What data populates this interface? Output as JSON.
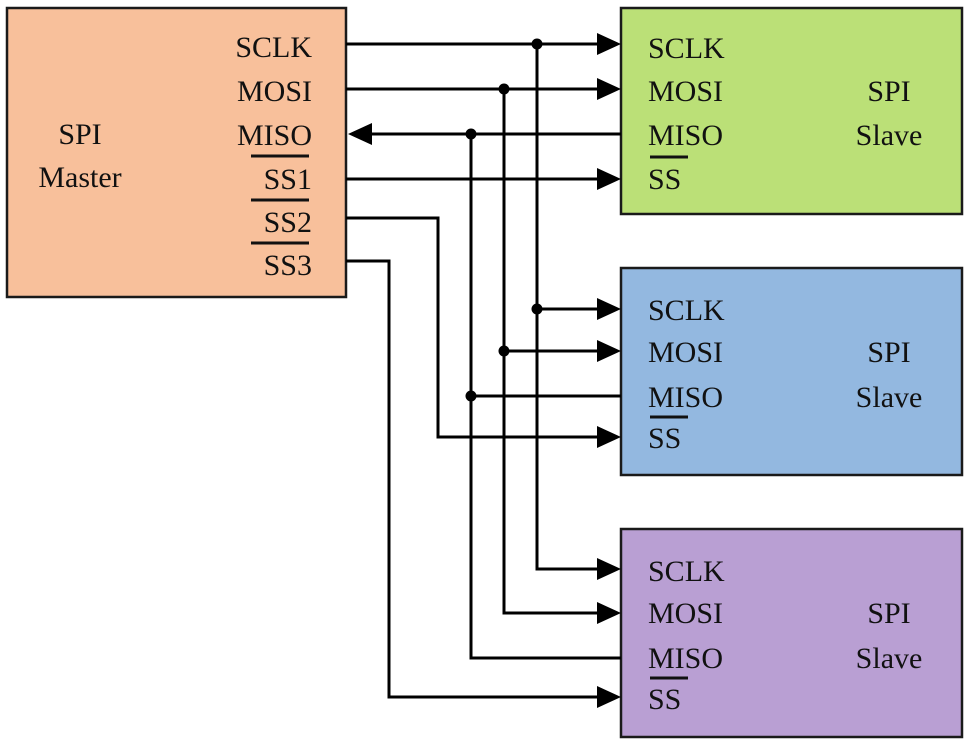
{
  "title": "SPI bus: single master, three slaves",
  "master": {
    "title_line1": "SPI",
    "title_line2": "Master",
    "color": "#f8c09b",
    "pins": [
      "SCLK",
      "MOSI",
      "MISO",
      "SS1",
      "SS2",
      "SS3"
    ],
    "active_low_pins": [
      "SS1",
      "SS2",
      "SS3"
    ]
  },
  "slaves": [
    {
      "title_line1": "SPI",
      "title_line2": "Slave",
      "color": "#bbe077",
      "pins": [
        "SCLK",
        "MOSI",
        "MISO",
        "SS"
      ],
      "active_low_pins": [
        "SS"
      ]
    },
    {
      "title_line1": "SPI",
      "title_line2": "Slave",
      "color": "#93b8e0",
      "pins": [
        "SCLK",
        "MOSI",
        "MISO",
        "SS"
      ],
      "active_low_pins": [
        "SS"
      ]
    },
    {
      "title_line1": "SPI",
      "title_line2": "Slave",
      "color": "#b99fd3",
      "pins": [
        "SCLK",
        "MOSI",
        "MISO",
        "SS"
      ],
      "active_low_pins": [
        "SS"
      ]
    }
  ],
  "connections": [
    {
      "signal": "SCLK",
      "from": "master",
      "to": "all slaves",
      "direction": "master-to-slave",
      "shared": true
    },
    {
      "signal": "MOSI",
      "from": "master",
      "to": "all slaves",
      "direction": "master-to-slave",
      "shared": true
    },
    {
      "signal": "MISO",
      "from": "all slaves",
      "to": "master",
      "direction": "slave-to-master",
      "shared": true
    },
    {
      "signal": "SS1",
      "from": "master",
      "to": "slave 1 SS",
      "direction": "master-to-slave",
      "shared": false
    },
    {
      "signal": "SS2",
      "from": "master",
      "to": "slave 2 SS",
      "direction": "master-to-slave",
      "shared": false
    },
    {
      "signal": "SS3",
      "from": "master",
      "to": "slave 3 SS",
      "direction": "master-to-slave",
      "shared": false
    }
  ],
  "colors": {
    "wire": "#000000",
    "background": "#ffffff"
  }
}
